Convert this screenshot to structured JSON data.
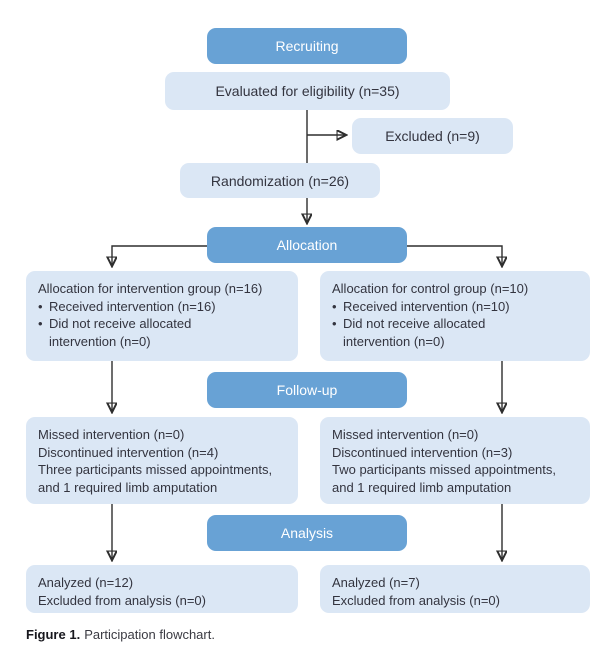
{
  "palette": {
    "header_blue": "#68a2d5",
    "box_blue": "#dbe7f5",
    "text_dark": "#33343f",
    "line": "#2e2e2e"
  },
  "glyphs": {
    "bullet": "•"
  },
  "flow": {
    "recruiting": "Recruiting",
    "evaluated": "Evaluated for eligibility (n=35)",
    "excluded": "Excluded (n=9)",
    "randomization": "Randomization (n=26)",
    "allocation_header": "Allocation",
    "followup_header": "Follow-up",
    "analysis_header": "Analysis"
  },
  "columns": {
    "intervention": {
      "allocation_title": "Allocation for intervention group (n=16)",
      "allocation_bullets": [
        "Received intervention (n=16)",
        "Did not receive allocated intervention (n=0)"
      ],
      "followup_lines": [
        "Missed intervention (n=0)",
        "Discontinued intervention (n=4)",
        "Three participants missed appointments,",
        "and 1 required limb amputation"
      ],
      "analysis_lines": [
        "Analyzed (n=12)",
        "Excluded from analysis (n=0)"
      ]
    },
    "control": {
      "allocation_title": "Allocation for control group (n=10)",
      "allocation_bullets": [
        "Received intervention (n=10)",
        "Did not receive allocated intervention (n=0)"
      ],
      "followup_lines": [
        "Missed intervention (n=0)",
        "Discontinued intervention (n=3)",
        "Two participants missed appointments,",
        "and 1 required limb amputation"
      ],
      "analysis_lines": [
        "Analyzed (n=7)",
        "Excluded from analysis (n=0)"
      ]
    }
  },
  "caption": {
    "label": "Figure 1.",
    "text": "Participation flowchart."
  }
}
